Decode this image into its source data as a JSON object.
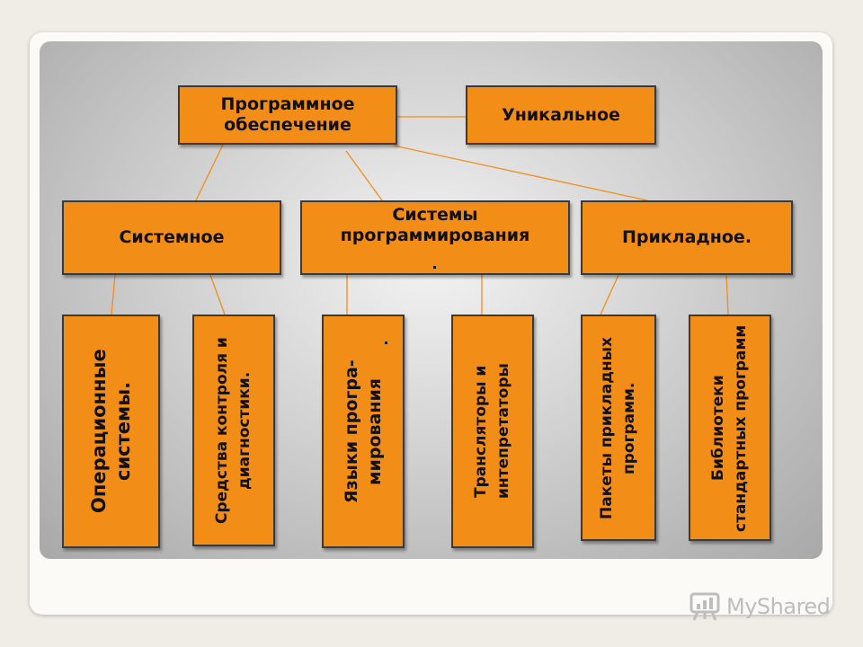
{
  "diagram": {
    "root": "Программное обеспечение",
    "unique": "Уникальное",
    "categories": [
      "Системное",
      "Системы программирования",
      "Прикладное."
    ],
    "leaves": [
      "Операционные системы.",
      "Средства контроля и диагностики.",
      "Языки програ-мирования",
      "Трансляторы и интепретаторы",
      "Пакеты прикладных программ.",
      "Библиотеки стандартных программ"
    ],
    "accent_color": "#f28d18",
    "line_color": "#f28d18"
  },
  "watermark": {
    "text": "MyShared",
    "icon": "presentation-board-icon"
  }
}
